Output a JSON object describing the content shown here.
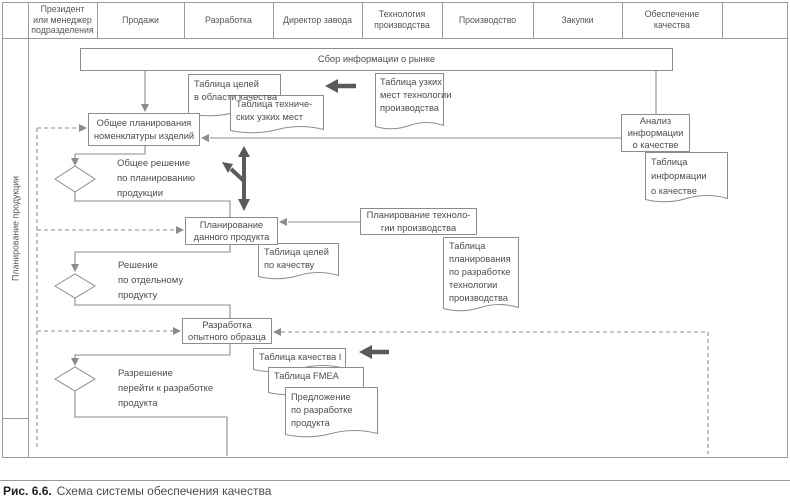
{
  "header": {
    "columns": [
      "Президент\nили менеджер\nподразделения",
      "Продажи",
      "Разработка",
      "Директор завода",
      "Технология\nпроизводства",
      "Производство",
      "Закупки",
      "Обеспечение\nкачества"
    ]
  },
  "lane": {
    "label": "Планирование продукции"
  },
  "boxes": {
    "collect_market": "Сбор информации о рынке",
    "general_planning": "Общее планирования\nноменклатуры изделий",
    "quality_analysis": "Анализ\nинформации\nо качестве",
    "product_planning": "Планирование\nданного продукта",
    "tech_planning": "Планирование техноло-\nгии производства",
    "prototype_dev": "Разработка\nопытного образца"
  },
  "documents": {
    "quality_goals_area": "Таблица целей\nв области качества",
    "tech_bottlenecks": "Таблица техниче-\nских узких мест",
    "production_bottlenecks": "Таблица узких\nмест технологии\nпроизводства",
    "quality_info": "Таблица\nинформации\nо качестве",
    "quality_goals": "Таблица целей\nпо качеству",
    "tech_dev_planning": "Таблица\nпланирования\nпо разработке\nтехнологии\nпроизводства",
    "quality_table_1": "Таблица качества I",
    "fmea_table": "Таблица FMEA",
    "product_dev_proposal": "Предложение\nпо разработке\nпродукта"
  },
  "decisions": {
    "general_decision": "Общее решение\nпо планированию\nпродукции",
    "product_decision": "Решение\nпо отдельному\nпродукту",
    "dev_permission": "Разрешение\nперейти к разработке\nпродукта"
  },
  "caption": {
    "label": "Рис. 6.6.",
    "text": "Схема системы обеспечения качества"
  },
  "colors": {
    "line": "#8c8c8c",
    "text": "#4d4d4d",
    "thick_arrow": "#5a5a5a"
  }
}
